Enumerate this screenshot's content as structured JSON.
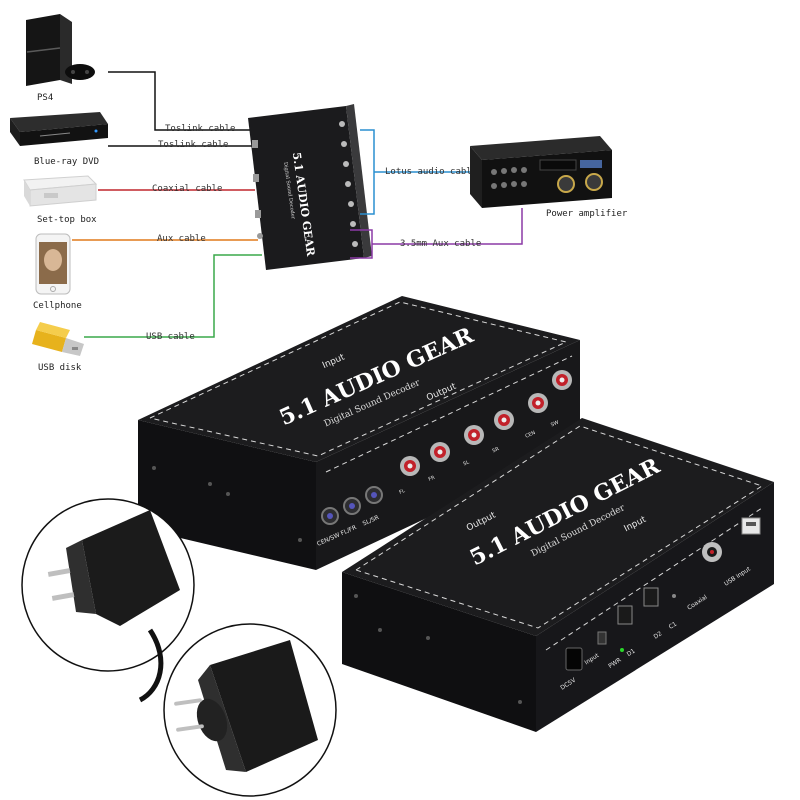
{
  "colors": {
    "toslink": "#111111",
    "coaxial": "#c0262d",
    "aux": "#e07a1c",
    "usb": "#3aa84a",
    "lotus": "#2a8fd0",
    "aux35": "#8b3aa6",
    "device_body": "#1c1c1e",
    "dashes": "#d9d9d9"
  },
  "sources": [
    {
      "label": "PS4",
      "icon": "ps4-console-icon"
    },
    {
      "label": "Blue-ray DVD",
      "icon": "bluray-player-icon"
    },
    {
      "label": "Set-top box",
      "icon": "set-top-box-icon"
    },
    {
      "label": "Cellphone",
      "icon": "cellphone-icon"
    },
    {
      "label": "USB disk",
      "icon": "usb-disk-icon"
    }
  ],
  "cables": {
    "toslink_1": "Toslink cable",
    "toslink_2": "Toslink cable",
    "coaxial": "Coaxial cable",
    "aux": "Aux cable",
    "usb": "USB cable",
    "lotus": "Lotus audio cable",
    "aux35": "3.5mm Aux cable"
  },
  "amplifier": {
    "label": "Power amplifier",
    "icon": "power-amplifier-icon"
  },
  "decoder": {
    "title": "5.1 AUDIO GEAR",
    "subtitle": "Digital Sound Decoder",
    "input_label": "Input",
    "output_label": "Output"
  },
  "rear_panel": {
    "jack_labels": [
      "CEN/SW",
      "FL/FR",
      "SL/SR"
    ],
    "rca_labels": [
      "FL",
      "FR",
      "SL",
      "SR",
      "CEN",
      "SW"
    ]
  },
  "front_panel": {
    "port_labels": [
      "DC5V",
      "Input",
      "PWR",
      "D1",
      "D2",
      "C1",
      "Coaxial",
      "USB input"
    ]
  },
  "adapters": [
    {
      "icon": "us-plug-adapter-icon"
    },
    {
      "icon": "eu-plug-adapter-icon"
    }
  ]
}
